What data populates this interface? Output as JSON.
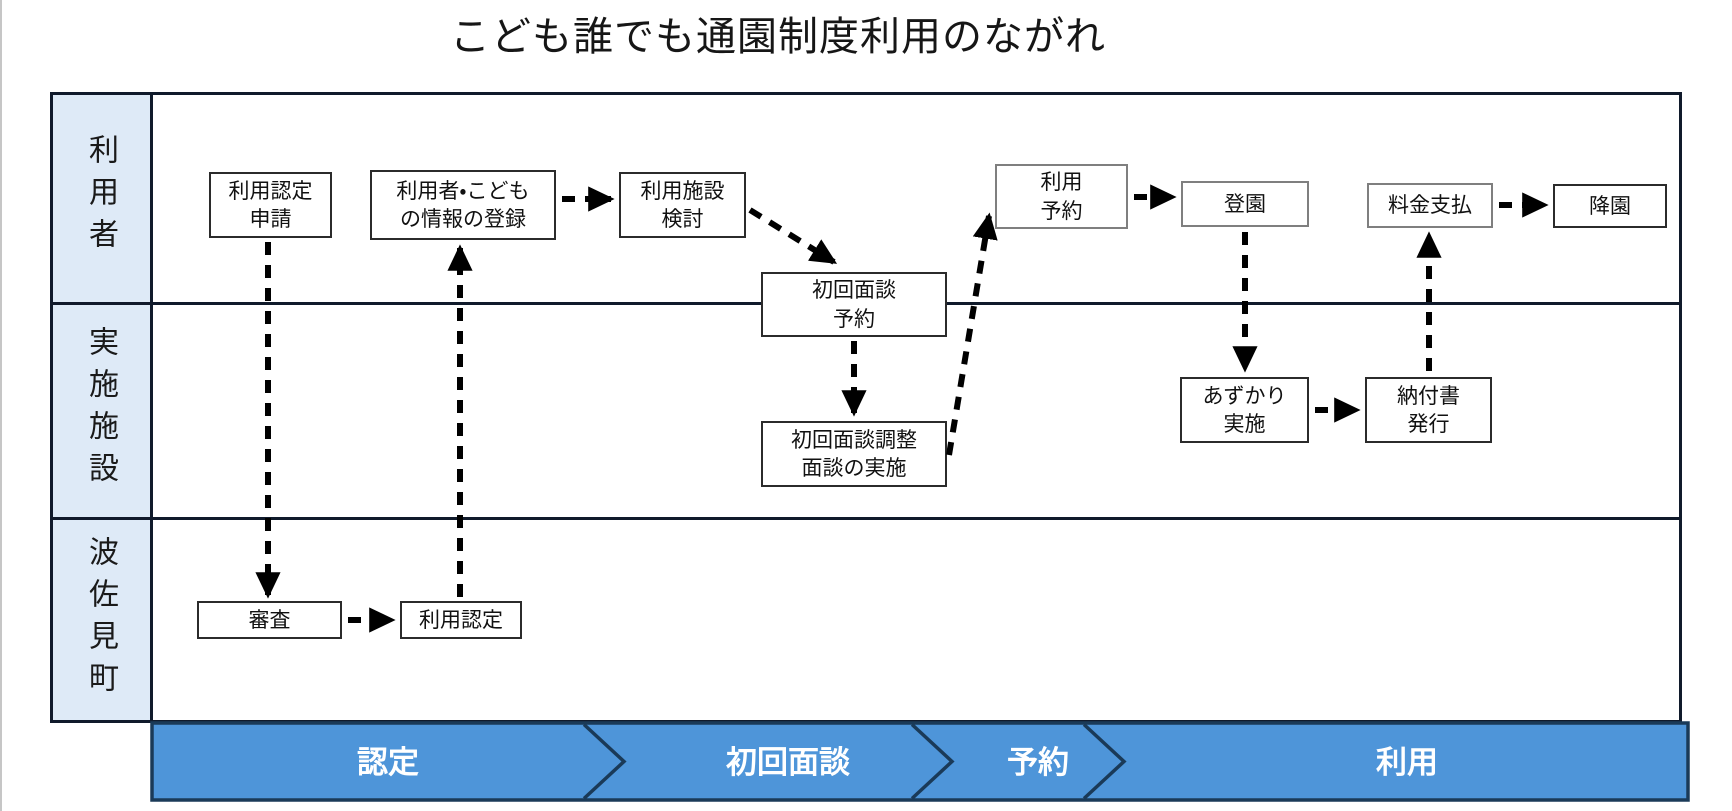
{
  "title": "こども誰でも通園制度利用のながれ",
  "lanes": [
    {
      "id": "user",
      "label": "利用者"
    },
    {
      "id": "facility",
      "label": "実施施設"
    },
    {
      "id": "town",
      "label": "波佐見町"
    }
  ],
  "nodes": {
    "apply": {
      "label": "利用認定\n申請"
    },
    "register": {
      "label": "利用者・こども\nの情報の登録"
    },
    "consider": {
      "label": "利用施設\n検討"
    },
    "interview_reserve": {
      "label": "初回面談\n予約"
    },
    "reserve": {
      "label": "利用\n予約"
    },
    "attend": {
      "label": "登園"
    },
    "pay": {
      "label": "料金支払"
    },
    "leave": {
      "label": "降園"
    },
    "interview_conduct": {
      "label": "初回面談調整\n面談の実施"
    },
    "care": {
      "label": "あずかり\n実施"
    },
    "slip": {
      "label": "納付書\n発行"
    },
    "review": {
      "label": "審査"
    },
    "certify": {
      "label": "利用認定"
    }
  },
  "phases": [
    {
      "label": "認定"
    },
    {
      "label": "初回面談"
    },
    {
      "label": "予約"
    },
    {
      "label": "利用"
    }
  ],
  "colors": {
    "phase_fill": "#4e95d9",
    "phase_border": "#1a3a58",
    "phase_text": "#ffffff",
    "lane_fill": "#deeaf7",
    "frame_border": "#101a2b",
    "box_border": "#2b2b2b",
    "box_border_gray": "#7f7f7f",
    "arrow_color": "#000000"
  }
}
